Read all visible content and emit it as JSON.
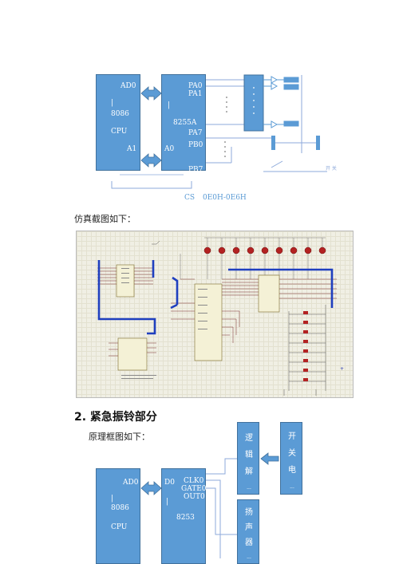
{
  "diagram1": {
    "cpu": {
      "ad0": "AD0",
      "bar": "|",
      "name": "8086",
      "cpu": "CPU",
      "a1": "A1"
    },
    "ppi": {
      "pa0": "PA0",
      "pa1": "PA1",
      "bar": "|",
      "name": "8255A",
      "pa7": "PA7",
      "pb0": "PB0",
      "a0": "A0",
      "pb7": "PB7"
    },
    "cs": "CS",
    "addr": "0E0H-0E6H",
    "switch_label": "开 关"
  },
  "caption1": "仿真截图如下：",
  "section2": {
    "heading": "2. 紧急振铃部分"
  },
  "caption2": "原理框图如下：",
  "diagram2": {
    "cpu": {
      "ad0": "AD0",
      "bar": "|",
      "name": "8086",
      "cpu": "CPU"
    },
    "timer": {
      "d0": "D0",
      "clk0": "CLK0",
      "gate0": "GATE0",
      "out0": "OUT0",
      "bar": "|",
      "name": "8253"
    },
    "logic_chars": [
      "逻",
      "辑",
      "解",
      "..."
    ],
    "switch_chars": [
      "开",
      "关",
      "电",
      "..."
    ],
    "speaker_chars": [
      "扬",
      "声",
      "器",
      "..."
    ]
  },
  "colors": {
    "block": "#5b9bd5",
    "block_border": "#41719c",
    "bus": "#1f3fbf",
    "led": "#b32222",
    "sim_bg": "#f0efe4"
  }
}
